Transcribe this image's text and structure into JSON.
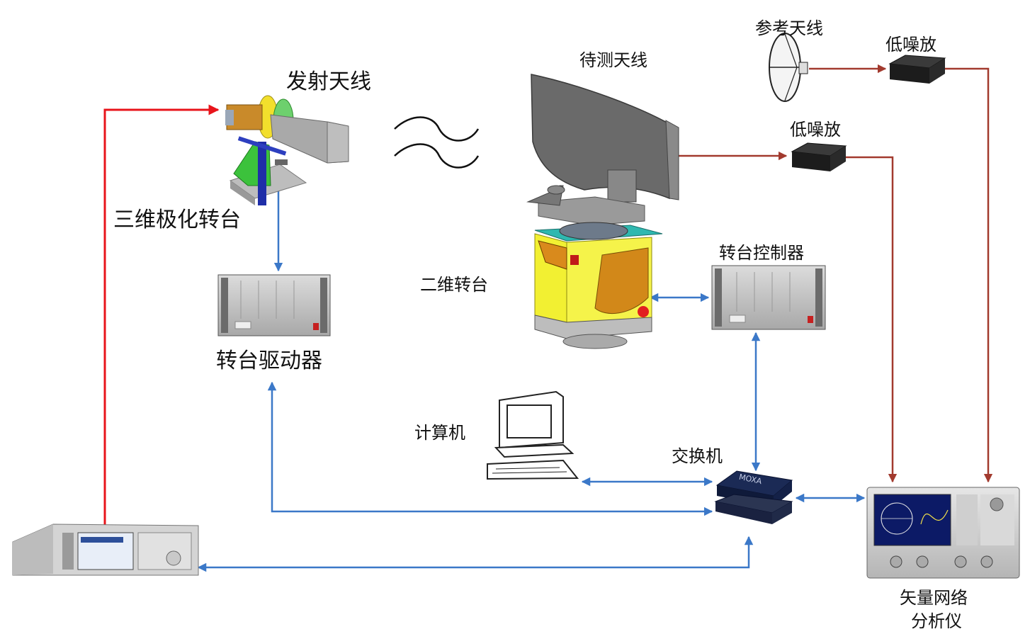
{
  "labels": {
    "transmit_antenna": "发射天线",
    "polar_turntable_3d": "三维极化转台",
    "turntable_driver": "转台驱动器",
    "antenna_under_test": "待测天线",
    "turntable_2d": "二维转台",
    "reference_antenna": "参考天线",
    "lna_top": "低噪放",
    "lna_middle": "低噪放",
    "turntable_controller": "转台控制器",
    "computer": "计算机",
    "switch": "交换机",
    "vna_line1": "矢量网络",
    "vna_line2": "分析仪",
    "switch_brand": "MOXA"
  },
  "colors": {
    "rf_red": "#e8141b",
    "rf_dark_red": "#a23a2e",
    "control_blue": "#3b78c8"
  }
}
